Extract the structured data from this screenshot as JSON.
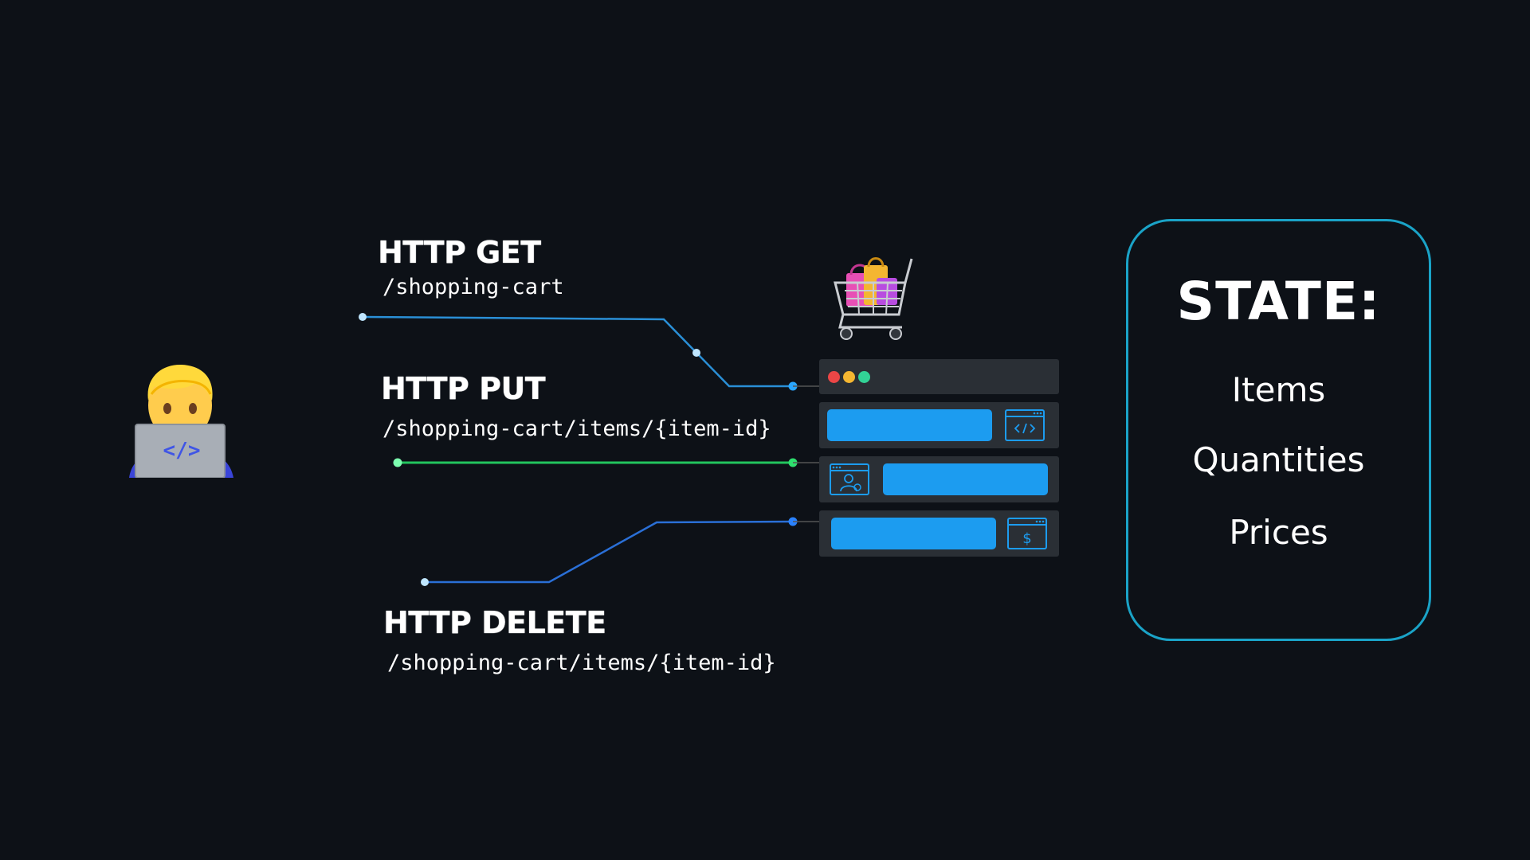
{
  "requests": [
    {
      "method": "HTTP GET",
      "path": "/shopping-cart"
    },
    {
      "method": "HTTP PUT",
      "path": "/shopping-cart/items/{item-id}"
    },
    {
      "method": "HTTP DELETE",
      "path": "/shopping-cart/items/{item-id}"
    }
  ],
  "developer": {
    "laptop_code": "</>"
  },
  "server": {
    "rows": [
      {
        "icon": "code-window-icon"
      },
      {
        "icon": "user-window-icon"
      },
      {
        "icon": "dollar-window-icon"
      }
    ],
    "cart_icon": "shopping-cart-icon"
  },
  "state": {
    "title": "STATE:",
    "items": [
      "Items",
      "Quantities",
      "Prices"
    ]
  },
  "colors": {
    "background": "#0d1117",
    "get_line": "#2a8fd6",
    "put_line": "#22c55e",
    "delete_line": "#2a6fd6",
    "server_bar": "#1c9cf0",
    "state_border": "#1aa3c7"
  }
}
